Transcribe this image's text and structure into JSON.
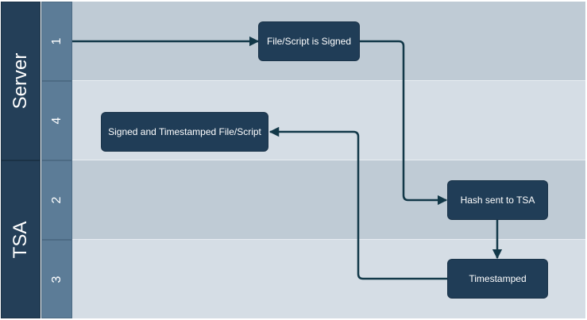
{
  "lanes": [
    {
      "title": "Server",
      "rows": [
        "1",
        "4"
      ]
    },
    {
      "title": "TSA",
      "rows": [
        "2",
        "3"
      ]
    }
  ],
  "nodes": {
    "signed": "File/Script is Signed",
    "signed_timestamped": "Signed and Timestamped File/Script",
    "hash_sent": "Hash sent to TSA",
    "timestamped": "Timestamped"
  },
  "colors": {
    "lane_header": "#243f58",
    "row_header": "#5c7c97",
    "row_dark": "#bfcbd5",
    "row_light": "#d5dde5",
    "node": "#203d57",
    "arrow": "#123848"
  }
}
